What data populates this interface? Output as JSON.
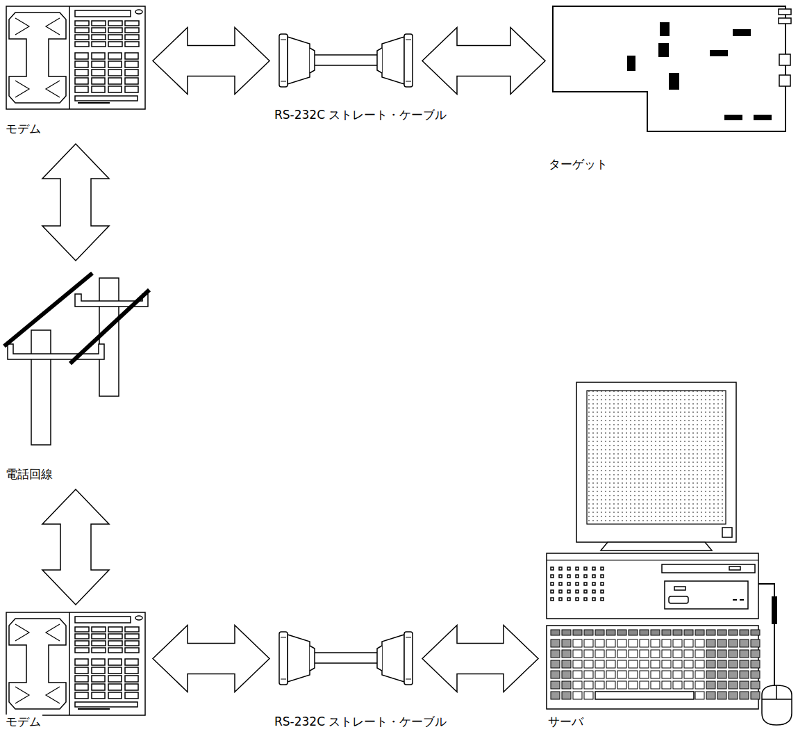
{
  "diagram": {
    "nodes": [
      {
        "text": [
          "モデム"
        ]
      },
      {
        "text": [
          "RS-232C ストレート・ケーブル"
        ]
      },
      {
        "text": [
          "ターゲット"
        ]
      },
      {
        "text": [
          "電話回線"
        ]
      },
      {
        "text": [
          "モデム"
        ]
      },
      {
        "text": [
          "RS-232C ストレート・ケーブル"
        ]
      },
      {
        "text": [
          "サーバ"
        ]
      }
    ],
    "edges": [
      {
        "from": 0,
        "to": 1,
        "arrow": "both"
      },
      {
        "from": 1,
        "to": 2,
        "arrow": "both"
      },
      {
        "from": 0,
        "to": 3,
        "arrow": "both"
      },
      {
        "from": 3,
        "to": 4,
        "arrow": "both"
      },
      {
        "from": 4,
        "to": 5,
        "arrow": "both"
      },
      {
        "from": 5,
        "to": 6,
        "arrow": "both"
      }
    ]
  }
}
